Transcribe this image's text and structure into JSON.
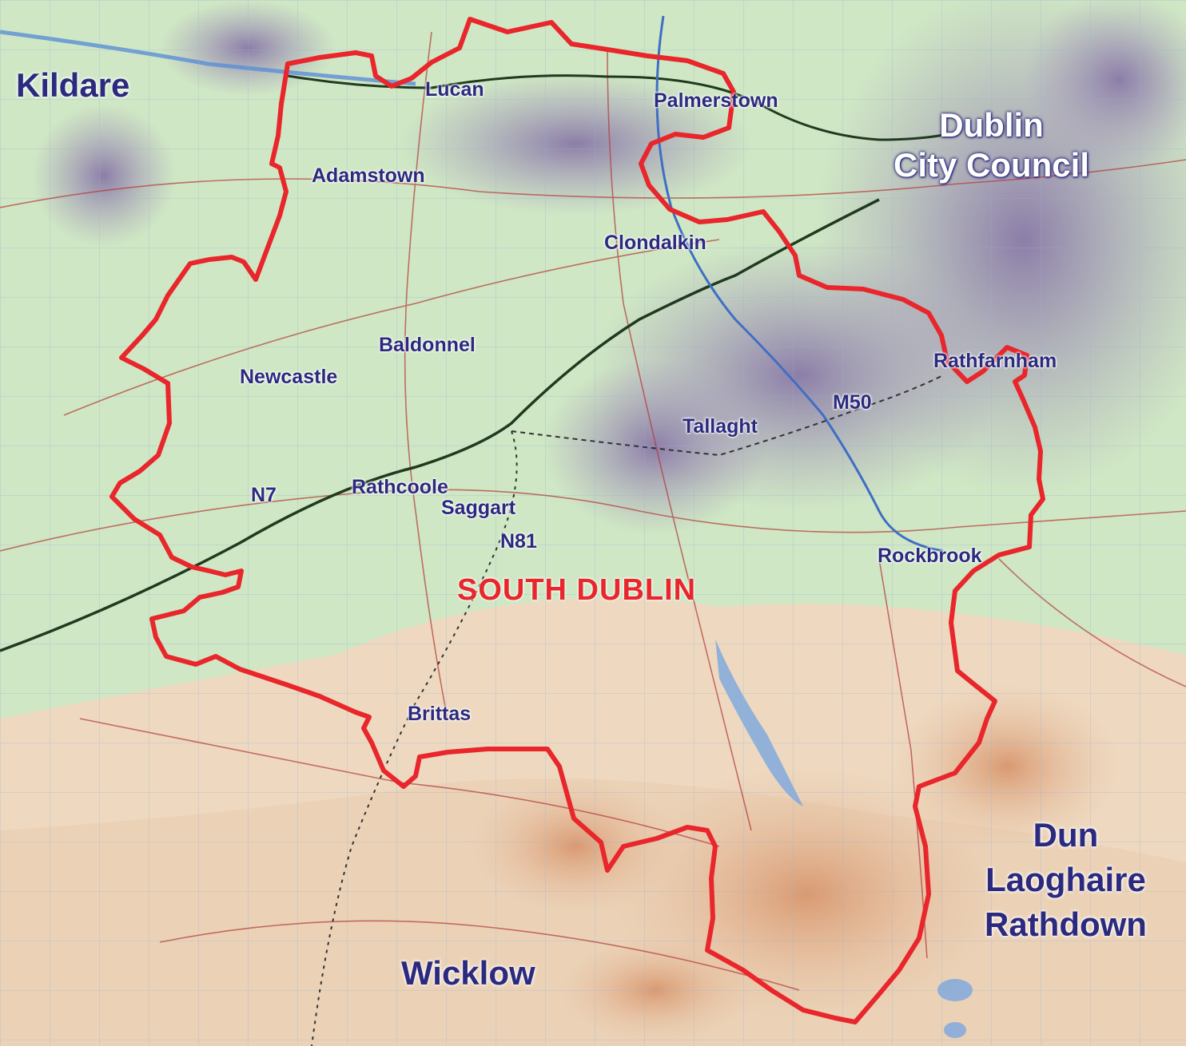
{
  "map": {
    "main_label": "SOUTH DUBLIN",
    "colors": {
      "boundary": "#e8262b",
      "label_blue": "#2b2a7e",
      "lowland": "#cfe7c4",
      "urban": "#8e7fa6",
      "upland": "#e6c3a6",
      "water": "#5b8fd6"
    },
    "counties": {
      "kildare": "Kildare",
      "dublin_city": [
        "Dublin",
        "City Council"
      ],
      "dun_laoghaire": [
        "Dun",
        "Laoghaire",
        "Rathdown"
      ],
      "wicklow": "Wicklow"
    },
    "towns": {
      "lucan": "Lucan",
      "palmerstown": "Palmerstown",
      "adamstown": "Adamstown",
      "clondalkin": "Clondalkin",
      "baldonnel": "Baldonnel",
      "newcastle": "Newcastle",
      "rathfarnham": "Rathfarnham",
      "tallaght": "Tallaght",
      "rathcoole": "Rathcoole",
      "saggart": "Saggart",
      "rockbrook": "Rockbrook",
      "brittas": "Brittas"
    },
    "roads": {
      "n7": "N7",
      "m50": "M50",
      "n81": "N81"
    }
  }
}
